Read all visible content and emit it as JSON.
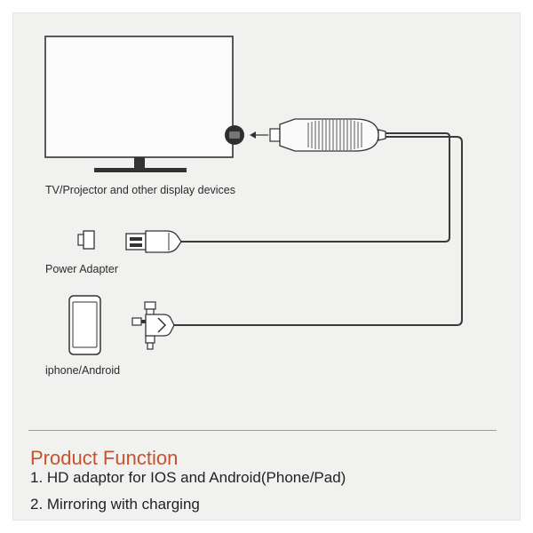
{
  "labels": {
    "display": "TV/Projector and other display devices",
    "power": "Power Adapter",
    "phone": "iphone/Android"
  },
  "section": {
    "title": "Product Function",
    "items": [
      "1. HD adaptor for IOS and Android(Phone/Pad)",
      "2. Mirroring with charging"
    ]
  },
  "colors": {
    "background": "#f1f1f0",
    "line": "#3a3a3a",
    "accent": "#c4542f"
  },
  "icons": [
    "tv-icon",
    "hdmi-port-icon",
    "hdmi-dongle-icon",
    "power-adapter-icon",
    "usb-plug-icon",
    "phone-icon",
    "multi-connector-icon",
    "arrow-left-icon"
  ]
}
